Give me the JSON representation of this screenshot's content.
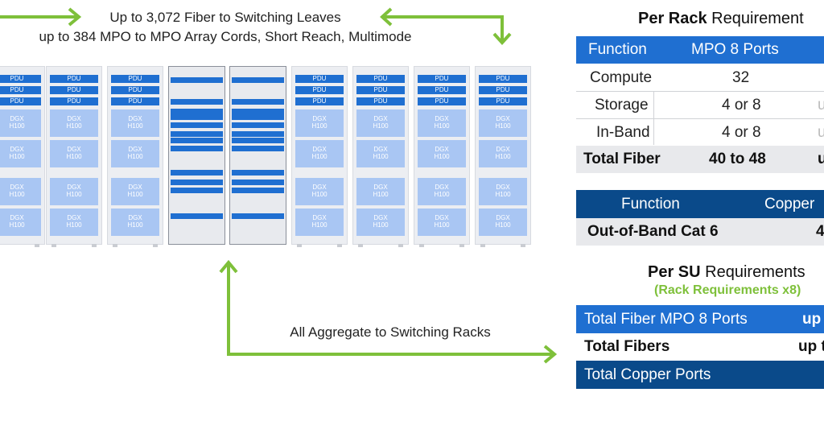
{
  "captions": {
    "top_line1": "Up to 3,072 Fiber to Switching Leaves",
    "top_line2": "up to 384 MPO to MPO Array Cords, Short Reach, Multimode",
    "aggregate": "All Aggregate to Switching Racks"
  },
  "rack_labels": {
    "pdu": "PDU",
    "dgx_line1": "DGX",
    "dgx_line2": "H100"
  },
  "colors": {
    "accent_blue": "#1f6fd1",
    "navy": "#0a4a8a",
    "arrow_green": "#7ec03a",
    "dgx_fill": "#a9c6f3"
  },
  "per_rack": {
    "title_bold": "Per Rack",
    "title_rest": " Requirement",
    "headers": [
      "Function",
      "MPO 8 Ports"
    ],
    "rows": [
      {
        "function": "Compute",
        "mpo": "32"
      },
      {
        "function": "Storage",
        "mpo": "4 or 8",
        "extra": "u"
      },
      {
        "function": "In-Band",
        "mpo": "4 or 8",
        "extra": "u"
      }
    ],
    "total": {
      "function": "Total Fiber",
      "mpo": "40 to 48",
      "extra": "u"
    }
  },
  "copper": {
    "headers": [
      "Function",
      "Copper"
    ],
    "row": {
      "function": "Out-of-Band Cat 6",
      "value": "4"
    }
  },
  "per_su": {
    "title_bold": "Per SU",
    "title_rest": " Requirements",
    "subtitle": "(Rack Requirements x8)",
    "rows": [
      {
        "label": "Total Fiber MPO 8 Ports",
        "value": "up"
      },
      {
        "label": "Total Fibers",
        "value": "up t"
      },
      {
        "label": "Total Copper Ports",
        "value": ""
      }
    ]
  }
}
